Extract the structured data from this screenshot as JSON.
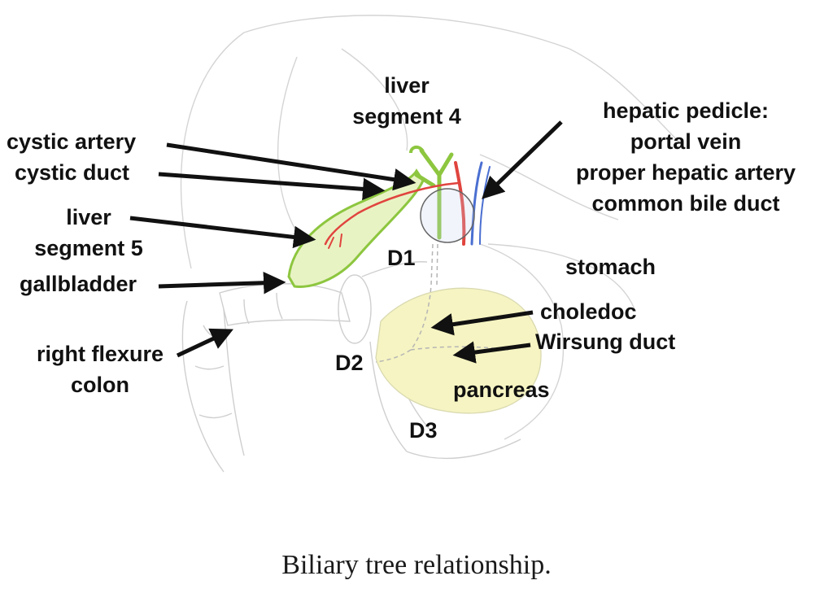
{
  "caption": "Biliary tree relationship.",
  "colors": {
    "sketch": "#cfcfcf",
    "bile_duct": "#8dc63f",
    "bile_fill": "#e8f3c4",
    "artery": "#e0443e",
    "vein": "#4a6fd1",
    "pancreas_fill": "#f6f4c2",
    "label": "#111111"
  },
  "labels": {
    "liver_segment_4": [
      "liver",
      "segment 4"
    ],
    "hepatic_pedicle": [
      "hepatic pedicle:",
      "portal vein",
      "proper hepatic artery",
      "common bile duct"
    ],
    "cystic_artery": "cystic artery",
    "cystic_duct": "cystic duct",
    "liver_segment_5": [
      "liver",
      "segment 5"
    ],
    "gallbladder": "gallbladder",
    "right_flexure_colon": [
      "right flexure",
      "colon"
    ],
    "d1": "D1",
    "stomach": "stomach",
    "choledoc": "choledoc",
    "wirsung_duct": "Wirsung duct",
    "d2": "D2",
    "pancreas": "pancreas",
    "d3": "D3"
  }
}
